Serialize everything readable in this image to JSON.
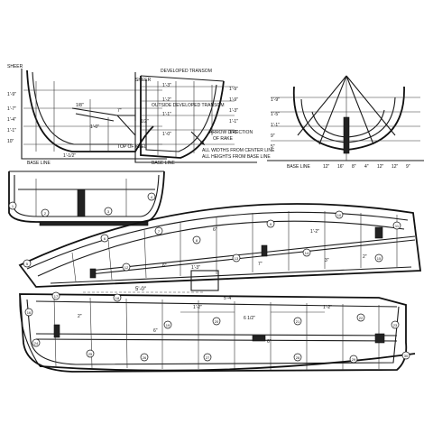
{
  "sections": {
    "mould": {
      "sheer_label": "SHEER",
      "base_line_label": "BASE LINE",
      "top_of_keel_label": "TOP OF KEEL",
      "heights": [
        "1'-9\"",
        "1'-7\"",
        "1'-4\"",
        "1'-1\"",
        "10\""
      ],
      "dims": [
        "1/8\"",
        "1'-0\"",
        "1'-1/2\"",
        "7\"",
        "1/2\""
      ]
    },
    "transom": {
      "title": "DEVELOPED TRANSOM",
      "sheer_label": "SHEER",
      "base_line_label": "BASE LINE",
      "outside_label": "OUTSIDE DEVELOPED TRANSOM",
      "note_direction": "ARROW DIRECTION",
      "note_of_rake": "OF RAKE",
      "note_widths": "ALL WIDTHS FROM CENTER LINE",
      "note_heights": "ALL HEIGHTS FROM BASE LINE",
      "heights": [
        "1'-3\"",
        "1'-2\"",
        "1'-1\"",
        "1'-0\""
      ],
      "right_dims": [
        "1'-9\"",
        "1'-9\"",
        "1'-3\"",
        "1'-1\"",
        "1'-0\""
      ]
    },
    "body_plan": {
      "base_line_label": "BASE LINE",
      "heights": [
        "1'-9\"",
        "1'-5\"",
        "1'-1\"",
        "9\"",
        "5\""
      ],
      "stations": [
        "12\"",
        "16\"",
        "8\"",
        "4\"",
        "12\"",
        "12\"",
        "9\""
      ]
    }
  },
  "profile": {
    "dims": [
      "6\"",
      "1'-2\"",
      "1'-3\"",
      "6\"",
      "7\"",
      "3\"",
      "2\""
    ]
  },
  "plan_view": {
    "overall_dim": "5'-0\"",
    "dims": [
      "5'-4\"",
      "1'-2\"",
      "1'-2\"",
      "6 1/2\"",
      "6\"",
      "2\"",
      "6\""
    ]
  },
  "callouts": [
    "1",
    "2",
    "3",
    "4",
    "5",
    "6",
    "7",
    "8",
    "9",
    "10",
    "11",
    "12",
    "13",
    "14",
    "15",
    "16",
    "17",
    "18",
    "19",
    "20",
    "21",
    "22",
    "23",
    "24",
    "25",
    "26",
    "27",
    "28",
    "29",
    "30"
  ]
}
